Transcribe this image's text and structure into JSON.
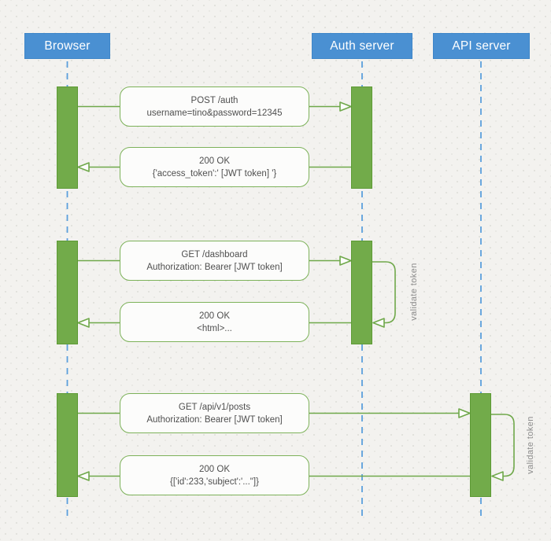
{
  "diagram": {
    "kind": "sequence-diagram",
    "colors": {
      "actor_fill": "#4a90d2",
      "lifeline_blue": "#5b9fdc",
      "activation_green": "#72ab4a",
      "activation_border": "#5d9a35",
      "message_border_green": "#7db25a",
      "message_text": "#4f4f4f",
      "background": "#f3f2ef"
    },
    "actors": [
      {
        "label": "Browser"
      },
      {
        "label": "Auth server"
      },
      {
        "label": "API server"
      }
    ],
    "messages": [
      {
        "from": "Browser",
        "to": "Auth server",
        "line1": "POST /auth",
        "line2": "username=tino&password=12345"
      },
      {
        "from": "Auth server",
        "to": "Browser",
        "line1": "200 OK",
        "line2": "{'access_token':' [JWT token] '}"
      },
      {
        "from": "Browser",
        "to": "Auth server",
        "line1": "GET /dashboard",
        "line2": "Authorization: Bearer [JWT token]"
      },
      {
        "from": "Auth server",
        "to": "Browser",
        "line1": "200 OK",
        "line2": "<html>..."
      },
      {
        "from": "Browser",
        "to": "API server",
        "line1": "GET /api/v1/posts",
        "line2": "Authorization: Bearer [JWT token]"
      },
      {
        "from": "API server",
        "to": "Browser",
        "line1": "200 OK",
        "line2": "{['id':233,'subject':'...\"]}"
      }
    ],
    "self_messages": [
      {
        "actor": "Auth server",
        "label": "validate token"
      },
      {
        "actor": "API server",
        "label": "validate token"
      }
    ]
  }
}
